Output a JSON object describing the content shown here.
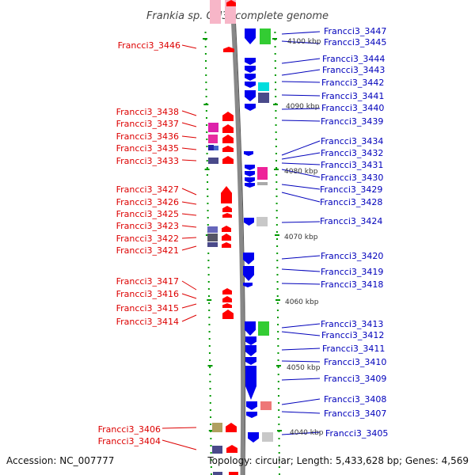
{
  "title": "Frankia sp. CcI3, complete genome",
  "footer": {
    "accession": "Accession: NC_007777",
    "topology": "Topology: circular; Length: 5,433,628 bp; Genes: 4,569"
  },
  "colors": {
    "left_label": "#dd0000",
    "right_label": "#0000bb",
    "reverse_gene": "#ff0000",
    "forward_gene": "#0000ee",
    "backbone": "#888888",
    "tick": "#009900"
  },
  "scale": {
    "labels": [
      "4100 kbp",
      "4090 kbp",
      "4080 kbp",
      "4070 kbp",
      "4060 kbp",
      "4050 kbp",
      "4040 kbp"
    ]
  },
  "left_labels": [
    "Francci3_3446",
    "Francci3_3438",
    "Francci3_3437",
    "Francci3_3436",
    "Francci3_3435",
    "Francci3_3433",
    "Francci3_3427",
    "Francci3_3426",
    "Francci3_3425",
    "Francci3_3423",
    "Francci3_3422",
    "Francci3_3421",
    "Francci3_3417",
    "Francci3_3416",
    "Francci3_3415",
    "Francci3_3414",
    "Francci3_3406",
    "Francci3_3404"
  ],
  "right_labels": [
    "Francci3_3447",
    "Francci3_3445",
    "Francci3_3444",
    "Francci3_3443",
    "Francci3_3442",
    "Francci3_3441",
    "Francci3_3440",
    "Francci3_3439",
    "Francci3_3434",
    "Francci3_3432",
    "Francci3_3431",
    "Francci3_3430",
    "Francci3_3429",
    "Francci3_3428",
    "Francci3_3424",
    "Francci3_3420",
    "Francci3_3419",
    "Francci3_3418",
    "Francci3_3413",
    "Francci3_3412",
    "Francci3_3411",
    "Francci3_3410",
    "Francci3_3409",
    "Francci3_3408",
    "Francci3_3407",
    "Francci3_3405"
  ]
}
